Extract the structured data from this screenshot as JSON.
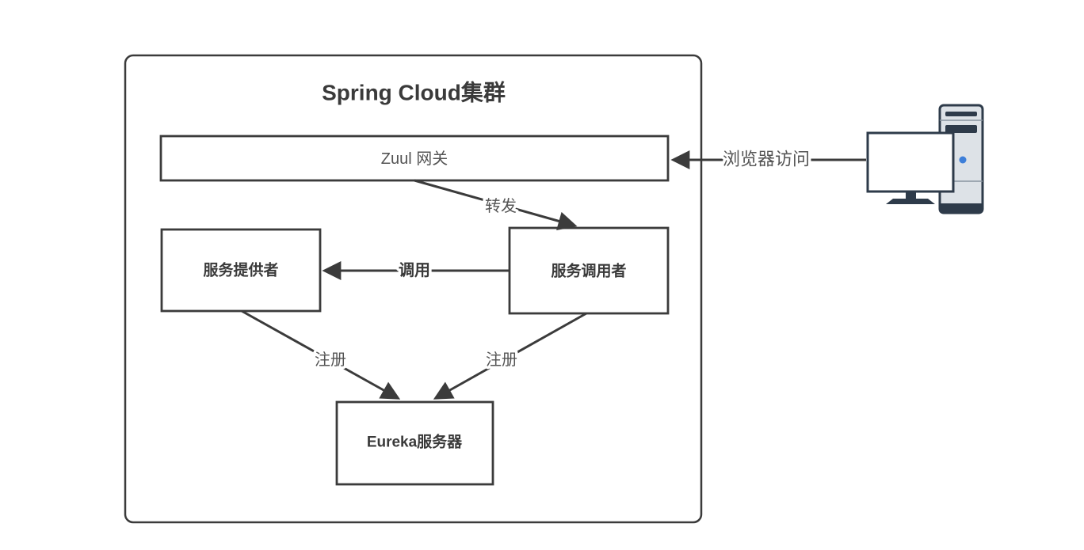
{
  "title": "Spring Cloud集群",
  "nodes": {
    "zuul": {
      "label": "Zuul 网关"
    },
    "provider": {
      "label": "服务提供者"
    },
    "consumer": {
      "label": "服务调用者"
    },
    "eureka": {
      "label": "Eureka服务器"
    }
  },
  "edges": {
    "forward": {
      "label": "转发"
    },
    "invoke": {
      "label": "调用"
    },
    "register_left": {
      "label": "注册"
    },
    "register_right": {
      "label": "注册"
    },
    "browser_access": {
      "label": "浏览器访问"
    }
  },
  "icons": {
    "client_computer": "desktop-computer-icon"
  },
  "colors": {
    "background": "#ffffff",
    "line": "#3b3b3b",
    "box-fill": "#ffffff",
    "label-text": "#545454",
    "node-text": "#3a3a3a",
    "icon-navy": "#2e3b4a",
    "icon-body": "#dde2e7",
    "icon-line": "#8a95a0",
    "icon-dot": "#3d7fd9"
  }
}
